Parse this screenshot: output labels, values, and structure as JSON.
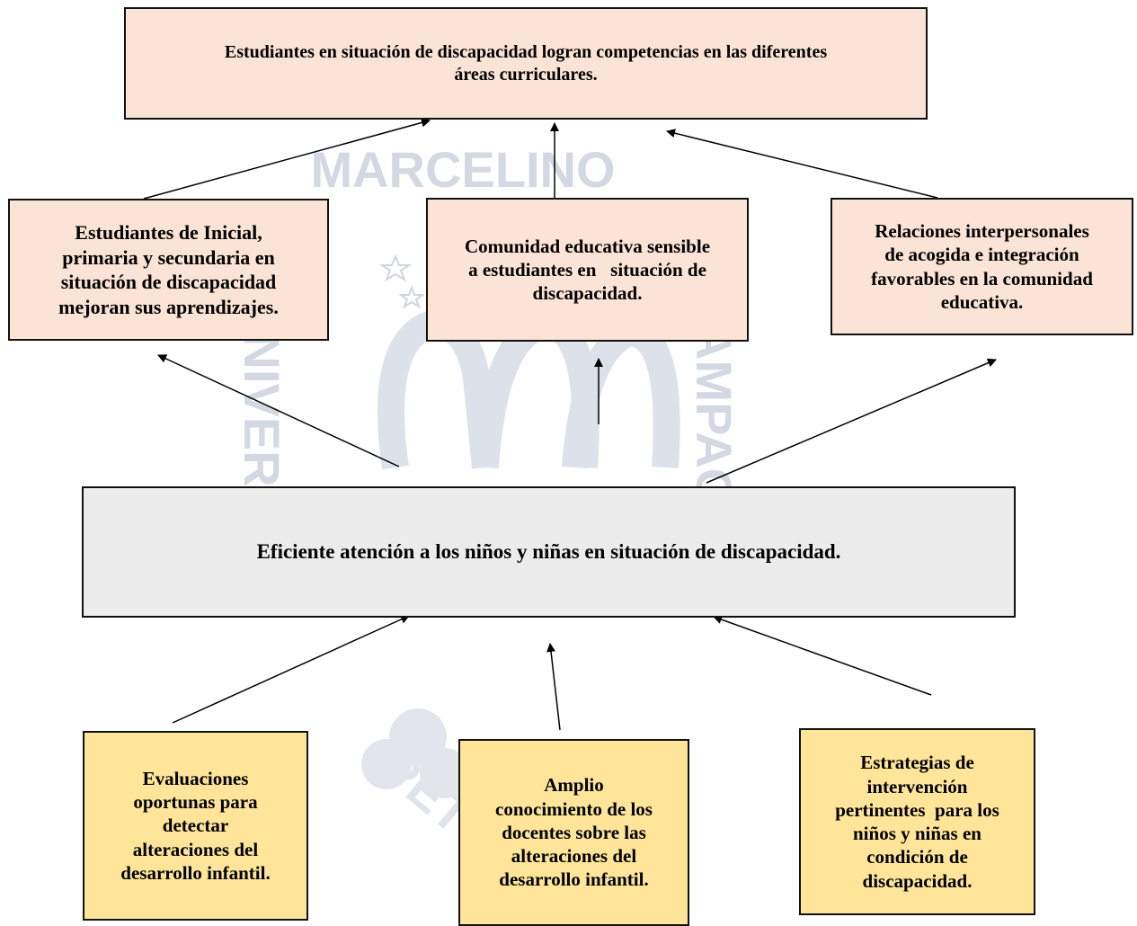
{
  "watermark": {
    "text": "MARCELINO",
    "left_letters": "UNIVERS",
    "right_letters": "AMPAGN",
    "bottom_letters": "PET",
    "color": "#d6dbe4"
  },
  "top_box": {
    "line1": "Estudiantes en situación de discapacidad logran competencias en las diferentes",
    "line2": "áreas curriculares.",
    "color": "#fbe4d5"
  },
  "result_boxes": [
    {
      "lines": [
        "Estudiantes de Inicial,",
        "primaria y secundaria en",
        "situación de discapacidad",
        "mejoran sus aprendizajes."
      ]
    },
    {
      "lines": [
        "Comunidad educativa sensible",
        "a estudiantes en   situación de",
        "discapacidad."
      ]
    },
    {
      "lines": [
        "Relaciones interpersonales",
        "de acogida e integración",
        "favorables en la comunidad",
        "educativa."
      ]
    }
  ],
  "central_box": {
    "text": "Eficiente atención a los niños y niñas en situación de discapacidad.",
    "color": "#ececec"
  },
  "means_boxes": [
    {
      "lines": [
        "Evaluaciones",
        "oportunas para",
        "detectar",
        "alteraciones del",
        "desarrollo infantil."
      ]
    },
    {
      "lines": [
        "Amplio",
        "conocimiento de los",
        "docentes sobre las",
        "alteraciones del",
        "desarrollo infantil."
      ]
    },
    {
      "lines": [
        "Estrategias de",
        "intervención",
        "pertinentes  para los",
        "niños y niñas en",
        "condición de",
        "discapacidad."
      ]
    }
  ],
  "colors": {
    "pink": "#fbe4d5",
    "gray": "#ececec",
    "yellow": "#ffe599",
    "border": "#111111"
  }
}
